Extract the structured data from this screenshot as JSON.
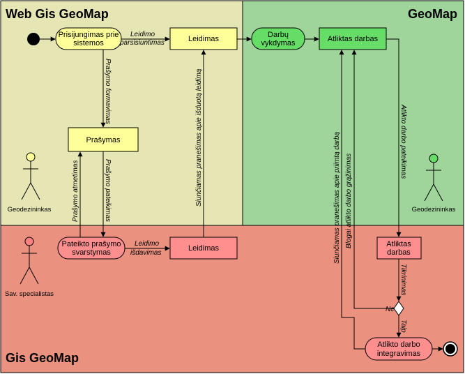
{
  "lanes": {
    "web": "Web Gis GeoMap",
    "geomap": "GeoMap",
    "gis": "Gis GeoMap"
  },
  "colors": {
    "web_lane": "#e6e6b4",
    "geomap_lane": "#9fd59b",
    "gis_lane": "#ea917f",
    "yellow_node": "#ffff99",
    "green_node": "#66dd66",
    "red_node": "#ff8e8e",
    "actor_yellow": "#ffff99",
    "actor_green": "#66dd66",
    "actor_red": "#ff8080"
  },
  "nodes": {
    "login": [
      "Prisijungimas prie",
      "sistemos"
    ],
    "leidimas_top": "Leidimas",
    "darbu": [
      "Darbų",
      "vykdymas"
    ],
    "atliktas_top": "Atliktas darbas",
    "prasymas": "Prašymas",
    "pateikto": [
      "Pateikto prašymo",
      "svarstymas"
    ],
    "leidimas_bottom": "Leidimas",
    "atliktas_bottom": [
      "Atliktas",
      "darbas"
    ],
    "integravimas": [
      "Atlikto darbo",
      "integravimas"
    ]
  },
  "edges": {
    "leidimo_pars": [
      "Leidimo",
      "parsisiuntimas"
    ],
    "prasymo_form": "Prašymo formavimas",
    "prasymo_pateikimas": "Prašymo pateikimas",
    "prasymo_atmetimas": "Prašymo atmetimas",
    "leidimo_isdavimas": [
      "Leidimo",
      "išdavimas"
    ],
    "siunciam_isduota": "Siunčiamas pranešimas apie išduotą leidimą",
    "siunciam_prime": "Siunčiamas pranešimas apie priimtą darbą",
    "blogai": "Blogai atlikto darbo grąžinimas",
    "atlikto_pateikimas": "Atlikto darbo pateikimas",
    "tikrinimas": "Tikrinimas",
    "ne": "Ne",
    "taip": "Taip"
  },
  "actors": {
    "web_actor": "Geodezininkas",
    "geo_actor": "Geodezininkas",
    "gis_actor": "Sav. specialistas"
  }
}
